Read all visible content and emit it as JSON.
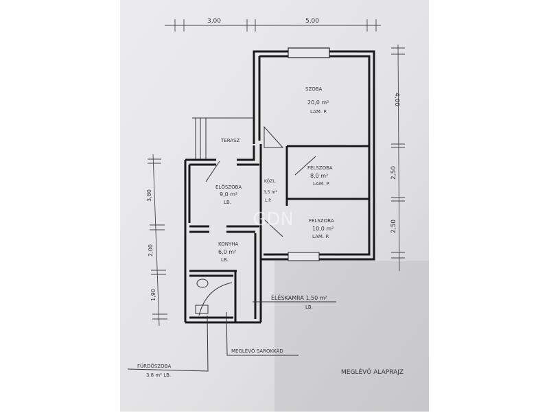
{
  "plan": {
    "dimensions": {
      "top": [
        "3,00",
        "5,00"
      ],
      "right": [
        "4,00",
        "2,50",
        "2,50"
      ],
      "left": [
        "3,80",
        "2,00",
        "1,90"
      ]
    },
    "rooms": [
      {
        "name": "SZOBA",
        "area": "20,0 m²",
        "floor": "LAM. P."
      },
      {
        "name": "TERASZ"
      },
      {
        "name": "FÉLSZOBA",
        "area": "8,0 m²",
        "floor": "LAM. P."
      },
      {
        "name": "ELŐSZOBA",
        "area": "9,0 m²",
        "floor": "LB."
      },
      {
        "name": "KÖZL.",
        "area": "3,5 m²",
        "floor": "L.P."
      },
      {
        "name": "FÉLSZOBA",
        "area": "10,0 m²",
        "floor": "LAM. P."
      },
      {
        "name": "KONYHA",
        "area": "6,0 m²",
        "floor": "LB."
      }
    ],
    "annotations": {
      "pantry": "ÉLÉSKAMRA 1,50 m²",
      "pantry_floor": "LB.",
      "existing_tub": "MEGLÉVŐ SAROKKÁD",
      "bathroom": "FÜRDŐSZOBA",
      "bathroom_area": "3,8 m² LB.",
      "title": "MEGLÉVŐ ALAPRAJZ"
    },
    "watermark": "GDN"
  }
}
